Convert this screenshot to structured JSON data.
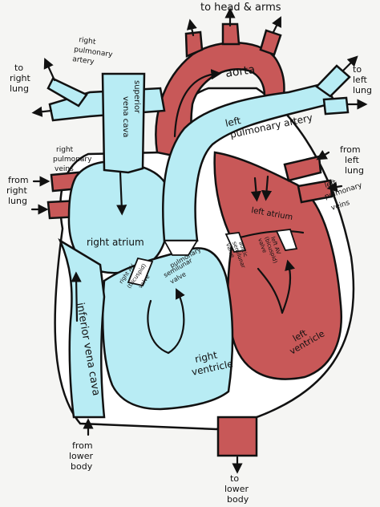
{
  "colors": {
    "oxygenated": "#c85858",
    "deoxygenated": "#b8ecf4",
    "outline": "#111111",
    "wall": "#ffffff",
    "background": "#f5f5f3"
  },
  "labels": {
    "to_head_arms": "to head & arms",
    "aorta": "aorta",
    "right_pulmonary_artery": [
      "right",
      "pulmonary",
      "artery"
    ],
    "to_right_lung": [
      "to",
      "right",
      "lung"
    ],
    "to_left_lung": [
      "to",
      "left",
      "lung"
    ],
    "superior_vena_cava": [
      "superior",
      "vena cava"
    ],
    "left_pulmonary_artery": [
      "left",
      "pulmonary artery"
    ],
    "right_pulmonary_veins": [
      "right",
      "pulmonary",
      "veins"
    ],
    "from_right_lung": [
      "from",
      "right",
      "lung"
    ],
    "from_left_lung": [
      "from",
      "left",
      "lung"
    ],
    "left_pulmonary_veins": [
      "left",
      "pulmonary",
      "veins"
    ],
    "left_atrium": "left atrium",
    "right_atrium": "right atrium",
    "pulmonary_semilunar_valve": [
      "pulmonary",
      "semilunar",
      "valve"
    ],
    "right_av_valve": [
      "right AV",
      "(tricuspid)",
      "valve"
    ],
    "aortic_semilunar_valve": [
      "aortic",
      "semilunar",
      "valve"
    ],
    "left_av_valve": [
      "left AV",
      "(bicuspid)",
      "valve"
    ],
    "inferior_vena_cava": "inferior vena cava",
    "right_ventricle": [
      "right",
      "ventricle"
    ],
    "left_ventricle": [
      "left",
      "ventricle"
    ],
    "from_lower_body": [
      "from",
      "lower",
      "body"
    ],
    "to_lower_body": [
      "to",
      "lower",
      "body"
    ]
  }
}
